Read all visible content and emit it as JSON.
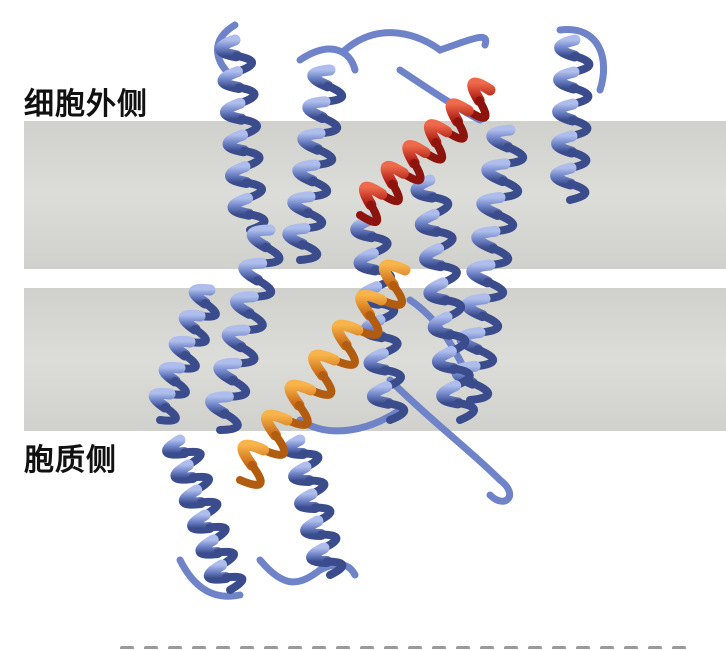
{
  "labels": {
    "extracellular": "细胞外侧",
    "cytoplasmic": "胞质侧"
  },
  "colors": {
    "background": "#ffffff",
    "membrane": "#d6d6d2",
    "helix_blue": "#6f84c8",
    "helix_blue_light": "#a9b8e8",
    "helix_blue_dark": "#3a4c8c",
    "helix_red": "#d4321f",
    "helix_orange": "#e88a23"
  },
  "structure": {
    "icon": "protein-helix-ribbon",
    "highlighted_helices": [
      {
        "name": "red-helix",
        "color": "#d4321f"
      },
      {
        "name": "orange-helix",
        "color": "#e88a23"
      }
    ]
  }
}
